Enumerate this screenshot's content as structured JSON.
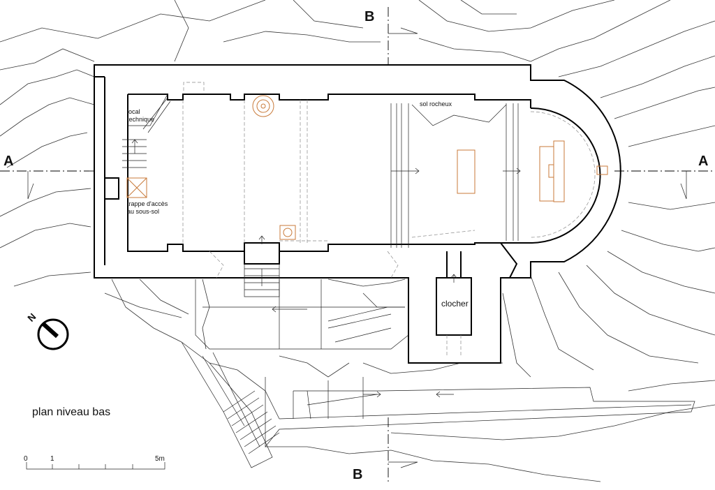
{
  "section_labels": {
    "a_left": "A",
    "a_right": "A",
    "b_top": "B",
    "b_bottom": "B"
  },
  "room_labels": {
    "local_technique_line1": "local",
    "local_technique_line2": "technique",
    "trappe_line1": "trappe d'accès",
    "trappe_line2": "au sous-sol",
    "sol_rocheux": "sol rocheux",
    "clocher": "clocher"
  },
  "plan_title": "plan niveau bas",
  "north_label": "N",
  "scale_bar": {
    "label_0": "0",
    "label_1": "1",
    "label_5m": "5m"
  },
  "colors": {
    "wall": "#000000",
    "furniture": "#c87a3a",
    "hidden_lines": "#888888"
  }
}
